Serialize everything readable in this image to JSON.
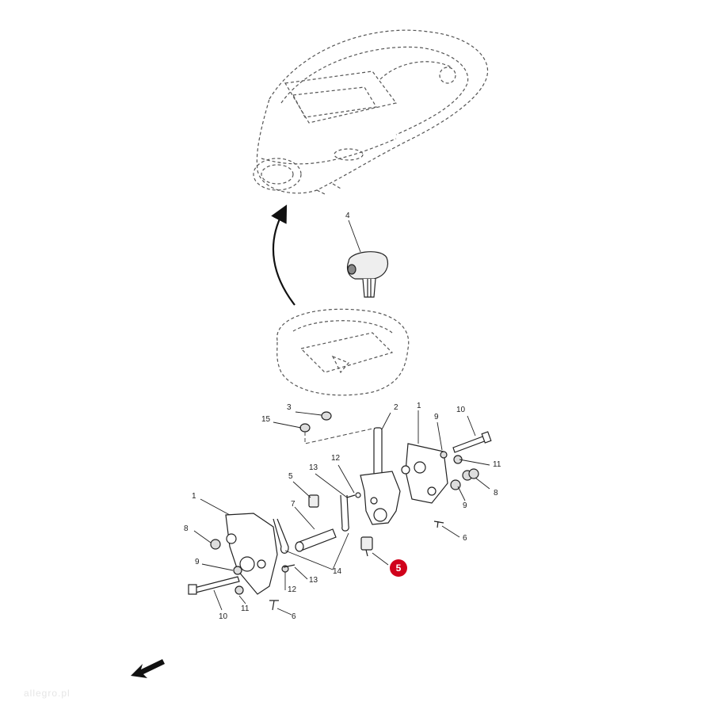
{
  "diagram": {
    "labels": {
      "l1a": "1",
      "l1b": "1",
      "l2": "2",
      "l3": "3",
      "l4": "4",
      "l5a": "5",
      "l5b": "5",
      "l6a": "6",
      "l6b": "6",
      "l7": "7",
      "l8a": "8",
      "l8b": "8",
      "l9a": "9",
      "l9b": "9",
      "l9c": "9",
      "l10a": "10",
      "l10b": "10",
      "l11a": "11",
      "l11b": "11",
      "l12a": "12",
      "l12b": "12",
      "l13a": "13",
      "l13b": "13",
      "l14": "14",
      "l15": "15"
    },
    "highlight_color": "#d0021b",
    "line_color": "#222222",
    "watermark": "allegro.pl"
  }
}
